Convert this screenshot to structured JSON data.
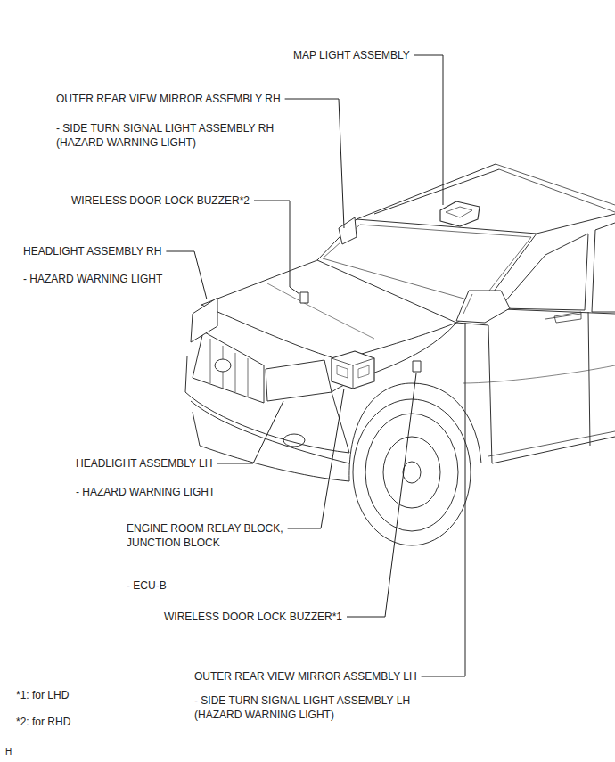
{
  "diagram": {
    "labels": [
      "MAP LIGHT ASSEMBLY",
      "OUTER REAR VIEW MIRROR ASSEMBLY RH",
      "- SIDE TURN SIGNAL LIGHT ASSEMBLY RH (HAZARD WARNING LIGHT)",
      "WIRELESS DOOR LOCK BUZZER*2",
      "HEADLIGHT ASSEMBLY RH",
      "- HAZARD WARNING LIGHT",
      "HEADLIGHT ASSEMBLY LH",
      "- HAZARD WARNING LIGHT",
      "ENGINE ROOM RELAY BLOCK, JUNCTION BLOCK",
      "- ECU-B",
      "WIRELESS DOOR LOCK BUZZER*1",
      "OUTER REAR VIEW MIRROR ASSEMBLY LH",
      "- SIDE TURN SIGNAL LIGHT ASSEMBLY LH (HAZARD WARNING LIGHT)",
      "*1: for LHD",
      "*2: for RHD",
      "H"
    ]
  }
}
